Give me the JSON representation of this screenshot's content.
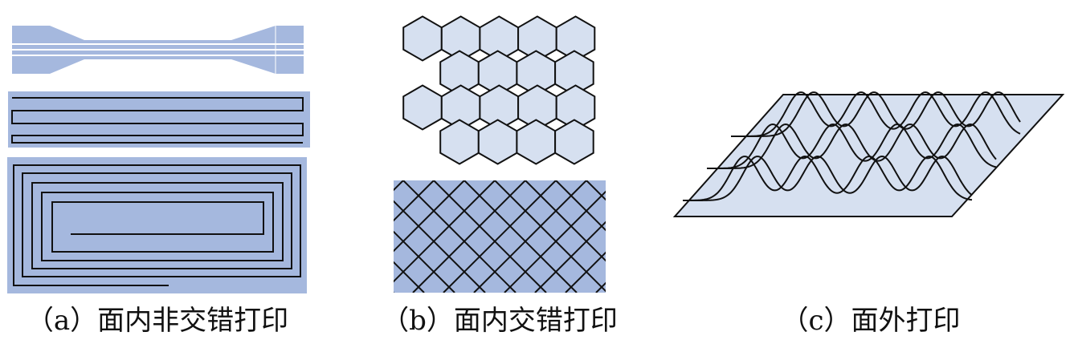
{
  "panels": [
    {
      "id": "a",
      "caption": "（a）面内非交错打印",
      "drawings": [
        "dogbone-specimen",
        "zigzag-raster-path",
        "concentric-spiral-path"
      ]
    },
    {
      "id": "b",
      "caption": "（b）面内交错打印",
      "drawings": [
        "hexagon-honeycomb",
        "diagonal-crosshatch-grid"
      ]
    },
    {
      "id": "c",
      "caption": "（c）面外打印",
      "drawings": [
        "wavy-out-of-plane-strands-on-plate"
      ]
    }
  ],
  "colors": {
    "fill_dark": "#a5b8de",
    "fill_light": "#d6e0f0",
    "line": "#111111",
    "background": "#ffffff"
  }
}
